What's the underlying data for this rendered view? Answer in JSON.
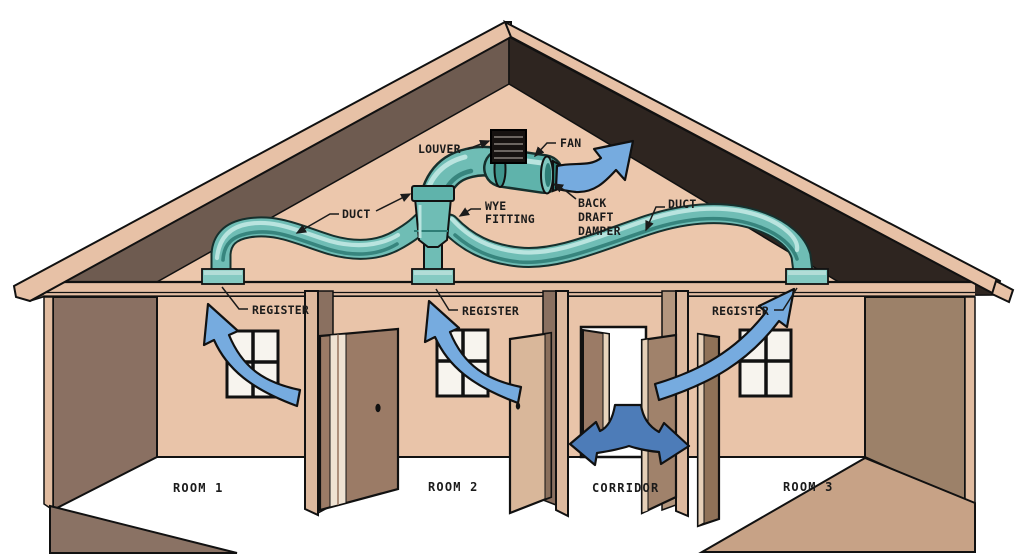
{
  "diagram": {
    "type": "attic-exhaust-ventilation-cutaway",
    "labels": {
      "louver": "LOUVER",
      "fan": "FAN",
      "duct_left": "DUCT",
      "duct_right": "DUCT",
      "wye_line1": "WYE",
      "wye_line2": "FITTING",
      "backdraft_line1": "BACK",
      "backdraft_line2": "DRAFT",
      "backdraft_line3": "DAMPER",
      "register_room1": "REGISTER",
      "register_room2": "REGISTER",
      "register_room3": "REGISTER"
    },
    "rooms": {
      "room1": "ROOM 1",
      "room2": "ROOM 2",
      "corridor": "CORRIDOR",
      "room3": "ROOM 3"
    },
    "colors": {
      "duct_teal": "#6fbdb5",
      "duct_shadow": "#37857e",
      "duct_highlight": "#b9e4df",
      "airflow_blue": "#76abdf",
      "corridor_arrow_blue": "#4d7cb8",
      "attic_pink": "#ecc7ac",
      "roof_underside_left": "#6e5b50",
      "roof_underside_right": "#2e2520",
      "fascia_tan": "#e7c1a6",
      "wall_pink": "#e9c4a9",
      "end_wall_left": "#8a7062",
      "end_wall_right": "#9c8169",
      "partition_edge_tan": "#ddb99e",
      "door_brown": "#9b7b66",
      "door_light": "#d9b79a",
      "louver_black": "#161210"
    }
  }
}
